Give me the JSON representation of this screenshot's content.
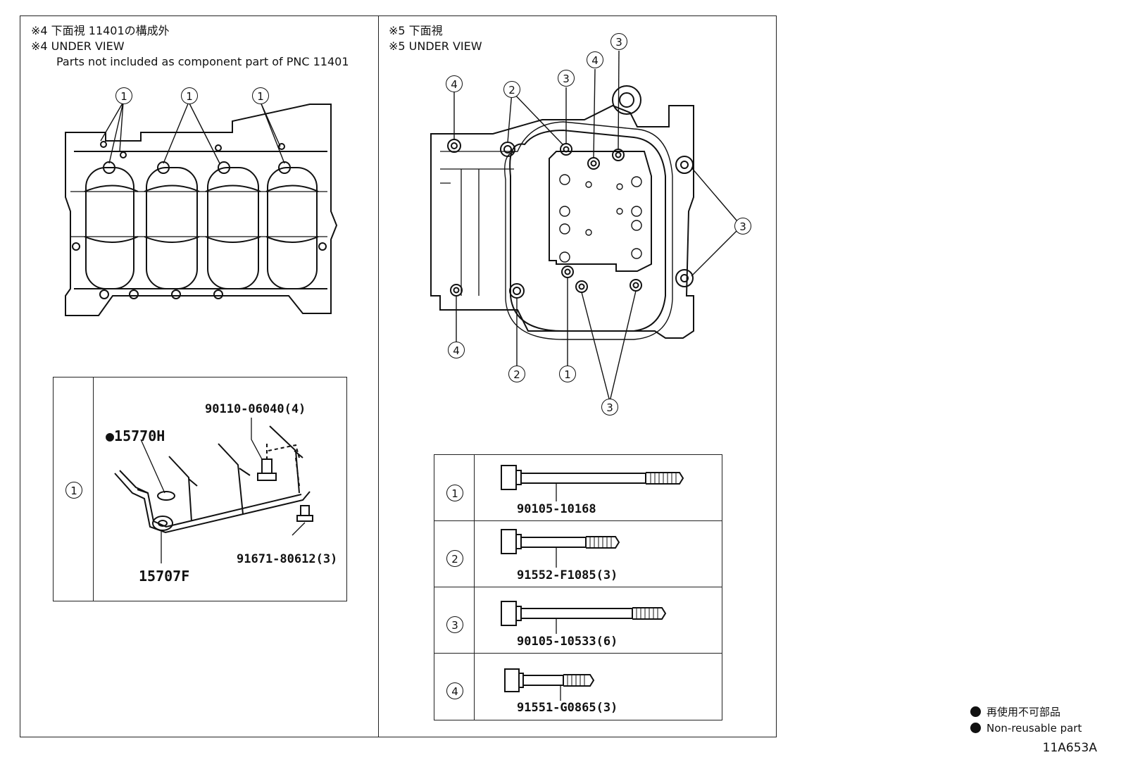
{
  "left_section": {
    "header_jp": "※4 下面視 11401の構成外",
    "header_en": "※4 UNDER VIEW",
    "header_note": "Parts not included as component part of PNC 11401",
    "callouts": [
      "1",
      "1",
      "1"
    ],
    "detail": {
      "ref": "1",
      "parts": [
        {
          "label": "90110-06040(4)"
        },
        {
          "label": "15770H",
          "marker": "●"
        },
        {
          "label": "91671-80612(3)"
        },
        {
          "label": "15707F"
        }
      ]
    }
  },
  "right_section": {
    "header_jp": "※5 下面視",
    "header_en": "※5 UNDER VIEW",
    "callouts": [
      "4",
      "2",
      "3",
      "4",
      "3",
      "3",
      "4",
      "2",
      "1",
      "3"
    ],
    "bolts": [
      {
        "ref": "1",
        "part": "90105-10168"
      },
      {
        "ref": "2",
        "part": "91552-F1085(3)"
      },
      {
        "ref": "3",
        "part": "90105-10533(6)"
      },
      {
        "ref": "4",
        "part": "91551-G0865(3)"
      }
    ]
  },
  "legend": {
    "items": [
      "再使用不可部品",
      "Non-reusable part"
    ]
  },
  "diagram_code": "11A653A"
}
